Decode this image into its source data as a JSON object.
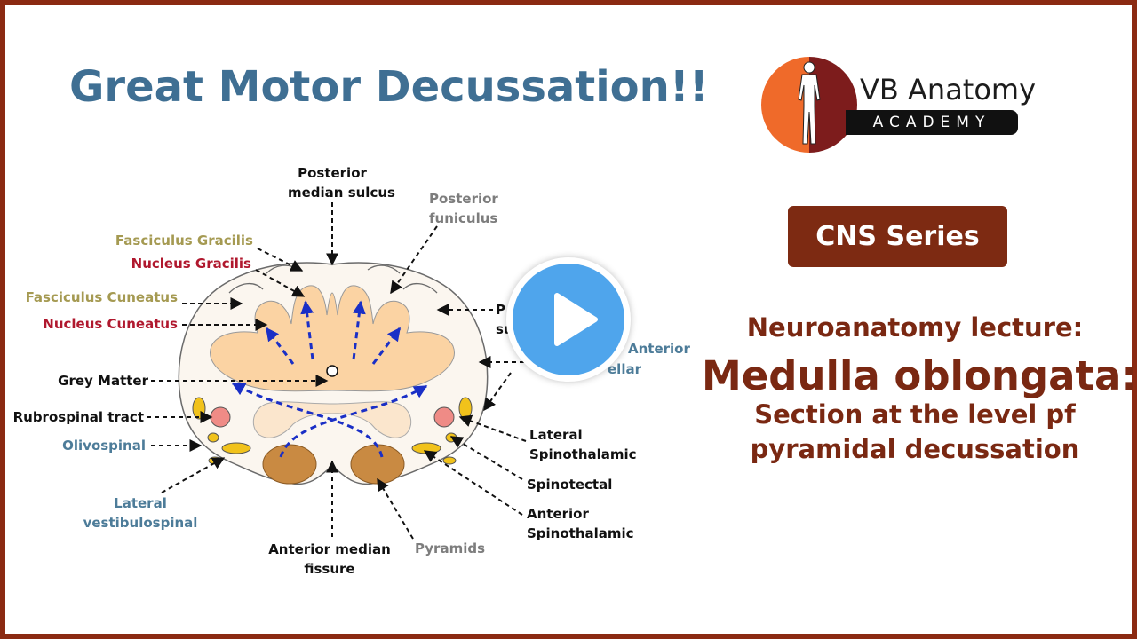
{
  "title": "Great Motor Decussation!!",
  "logo": {
    "brand": "VB Anatomy",
    "sub": "ACADEMY"
  },
  "badge": "CNS Series",
  "lecture": {
    "line1": "Neuroanatomy lecture:",
    "line2": "Medulla oblongata:",
    "line3": "Section at the level pf",
    "line4": "pyramidal decussation"
  },
  "labels": {
    "posterior_median_sulcus_1": "Posterior",
    "posterior_median_sulcus_2": "median sulcus",
    "posterior_funiculus_1": "Posterior",
    "posterior_funiculus_2": "funiculus",
    "fasciculus_gracilis": "Fasciculus Gracilis",
    "nucleus_gracilis": "Nucleus Gracilis",
    "fasciculus_cuneatus": "Fasciculus Cuneatus",
    "nucleus_cuneatus": "Nucleus Cuneatus",
    "grey_matter": "Grey Matter",
    "rubrospinal": "Rubrospinal tract",
    "olivospinal": "Olivospinal",
    "lateral_vestibulospinal_1": "Lateral",
    "lateral_vestibulospinal_2": "vestibulospinal",
    "anterior_median_fissure_1": "Anterior median",
    "anterior_median_fissure_2": "fissure",
    "pyramids": "Pyramids",
    "lateral_spinothalamic_1": "Lateral",
    "lateral_spinothalamic_2": "Spinothalamic",
    "spinotectal": "Spinotectal",
    "anterior_spinothalamic_1": "Anterior",
    "anterior_spinothalamic_2": "Spinothalamic",
    "posterolateral_partial_1": "P",
    "posterolateral_partial_2": "su",
    "anterior_spinocerebellar_1": "Anterior",
    "anterior_spinocerebellar_2": "ellar"
  },
  "colors": {
    "title": "#3f6f93",
    "maroon": "#7a2812",
    "white_matter": "#fbf6ef",
    "grey_matter": "#fbd3a3",
    "pyramid": "#c98a42",
    "tract_yellow": "#f1c21b",
    "tract_pink": "#ef8b86",
    "arrow_blue": "#1a2fc6",
    "play": "#4fa5ec"
  },
  "icons": {
    "play": "play-icon",
    "logo_figure": "human-figure-icon"
  }
}
